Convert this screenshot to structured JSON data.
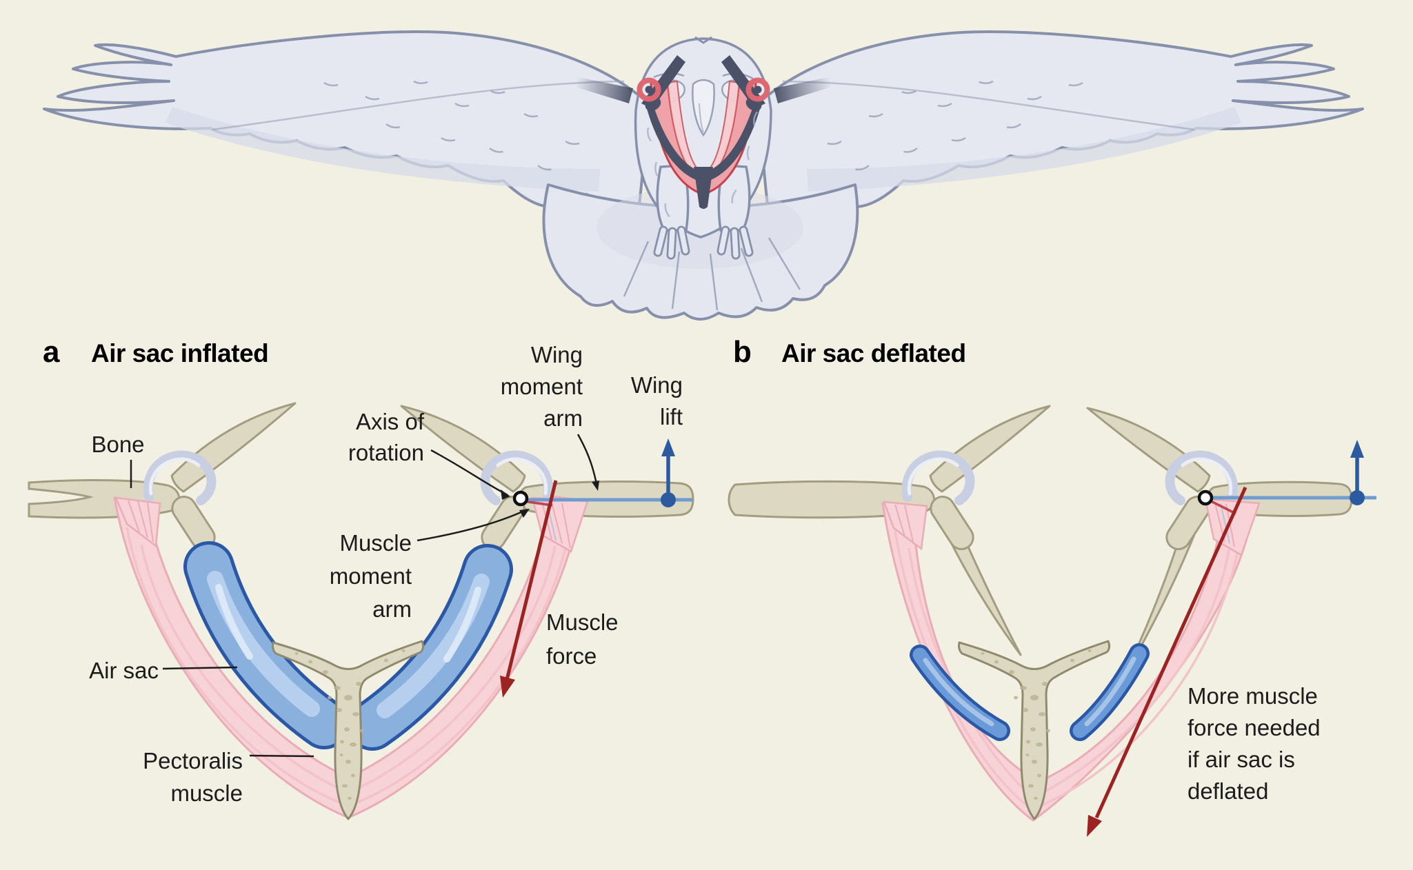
{
  "figure": {
    "background_color": "#f2f0e3",
    "text_color": "#1c1c1c"
  },
  "panels": {
    "a": {
      "letter": "a",
      "title": "Air sac inflated",
      "labels": {
        "bone": "Bone",
        "axis_of_rotation": [
          "Axis of",
          "rotation"
        ],
        "muscle_moment_arm": [
          "Muscle",
          "moment",
          "arm"
        ],
        "wing_moment_arm": [
          "Wing",
          "moment",
          "arm"
        ],
        "wing_lift": [
          "Wing",
          "lift"
        ],
        "muscle_force": [
          "Muscle",
          "force"
        ],
        "air_sac": "Air sac",
        "pectoralis_muscle": [
          "Pectoralis",
          "muscle"
        ]
      }
    },
    "b": {
      "letter": "b",
      "title": "Air sac deflated",
      "labels": {
        "note": [
          "More muscle",
          "force needed",
          "if air sac is",
          "deflated"
        ]
      }
    }
  },
  "colors": {
    "muscle_pink": "#f7d2d7",
    "muscle_outline": "#eaacb6",
    "air_sac_blue": "#8ab0de",
    "air_sac_deflated_blue": "#6b9ad8",
    "air_sac_outline": "#2a58a5",
    "bone_tan": "#ddd8c1",
    "bone_outline": "#a29c80",
    "ligament_lavender": "#c9cfe3",
    "muscle_force_red": "#9b2423",
    "wing_lift_blue": "#2b5a9f",
    "moment_line_blue": "#6f9bd1",
    "bird_body": "#e6e8f1",
    "bird_outline": "#8790aa",
    "skeleton_dark": "#4b5268",
    "collar_red": "#efa3a9",
    "collar_red_outline": "#c4414f"
  }
}
